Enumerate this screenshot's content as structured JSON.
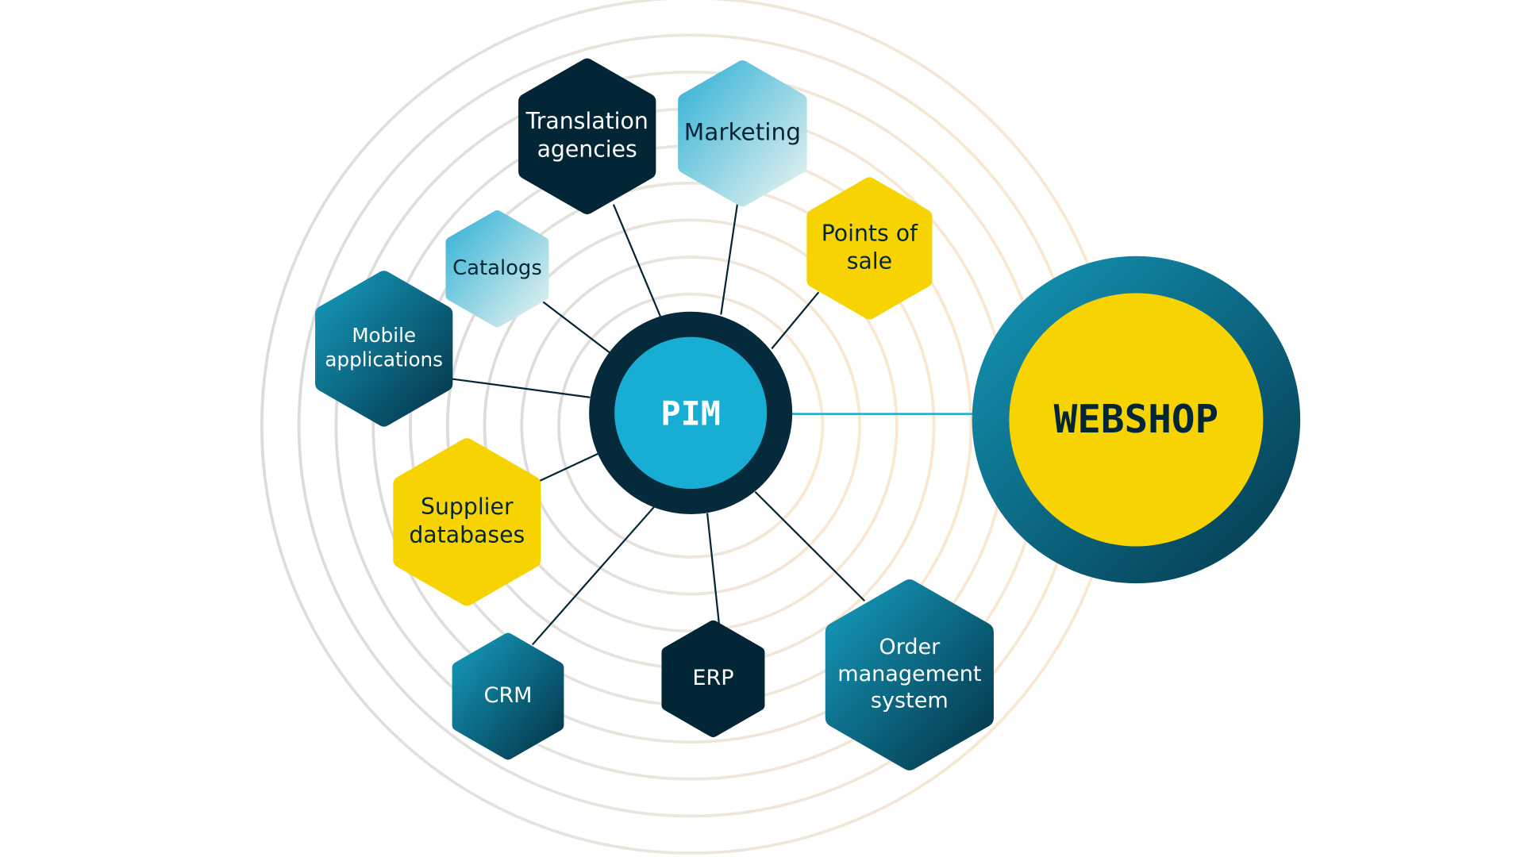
{
  "hub": {
    "label": "PIM"
  },
  "target": {
    "label": "WEBSHOP"
  },
  "nodes": [
    {
      "id": "translation-agencies",
      "lines": [
        "Translation",
        "agencies"
      ],
      "style": "dark"
    },
    {
      "id": "marketing",
      "lines": [
        "Marketing"
      ],
      "style": "light"
    },
    {
      "id": "points-of-sale",
      "lines": [
        "Points of",
        "sale"
      ],
      "style": "yellow"
    },
    {
      "id": "catalogs",
      "lines": [
        "Catalogs"
      ],
      "style": "light"
    },
    {
      "id": "mobile-applications",
      "lines": [
        "Mobile",
        "applications"
      ],
      "style": "teal"
    },
    {
      "id": "supplier-databases",
      "lines": [
        "Supplier",
        "databases"
      ],
      "style": "yellow"
    },
    {
      "id": "crm",
      "lines": [
        "CRM"
      ],
      "style": "teal"
    },
    {
      "id": "erp",
      "lines": [
        "ERP"
      ],
      "style": "dark"
    },
    {
      "id": "order-management-system",
      "lines": [
        "Order",
        "management",
        "system"
      ],
      "style": "teal"
    }
  ],
  "colors": {
    "dark": "#032636",
    "yellow": "#f7d302",
    "cyan": "#18aed3",
    "teal_start": "#1499ba",
    "teal_end": "#04364a",
    "light_start": "#36b3d6",
    "light_end": "#dff0ee"
  }
}
